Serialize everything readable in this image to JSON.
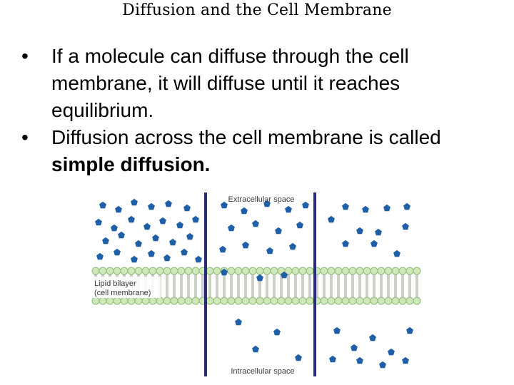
{
  "slide": {
    "title": "Diffusion and the Cell Membrane",
    "bullet_marker": "•",
    "bullets": [
      {
        "text": "If a molecule can diffuse through the cell membrane, it will diffuse until it reaches equilibrium."
      },
      {
        "text_before": "Diffusion across the cell membrane is called ",
        "text_bold": "simple diffusion."
      }
    ]
  },
  "figure": {
    "extracellular_label": "Extracellular space",
    "intracellular_label": "Intracellular space",
    "bilayer_label_line1": "Lipid bilayer",
    "bilayer_label_line2": "(cell membrane)",
    "colors": {
      "molecule": "#1e5fa8",
      "divider": "#2a2a7a",
      "lipid_head": "#cfe8b8",
      "lipid_head_stroke": "#8fb87a"
    }
  }
}
